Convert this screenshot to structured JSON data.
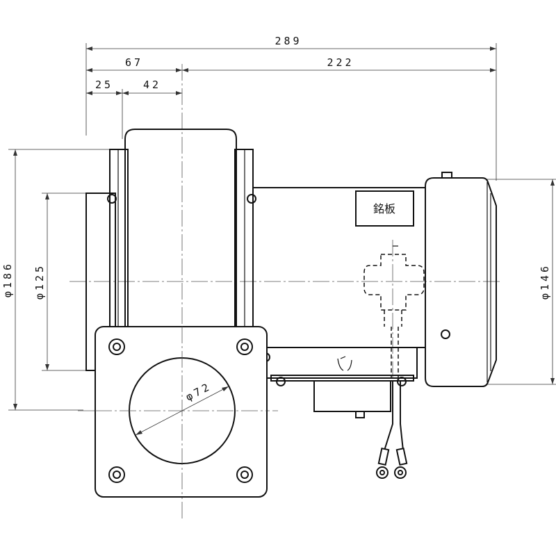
{
  "dimensions": {
    "overall_length": "289",
    "fan_section": "67",
    "motor_section": "222",
    "inlet_offset": "25",
    "flange_center": "42",
    "housing_diameter": "φ186",
    "inlet_diameter": "φ125",
    "motor_diameter": "φ146",
    "outlet_diameter": "φ72"
  },
  "labels": {
    "nameplate": "銘板"
  }
}
